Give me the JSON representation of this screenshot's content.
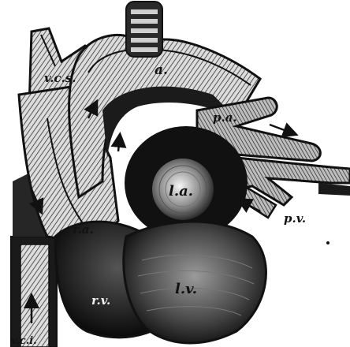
{
  "figure": {
    "labels": {
      "svc": "v.c.s.",
      "aorta": "a.",
      "aortic_arch": "a.",
      "pulmonary_artery": "p.a.",
      "left_atrium": "l.a.",
      "pulmonary_veins": "p.v.",
      "right_atrium": "r.a.",
      "right_ventricle": "r.v.",
      "left_ventricle": "l.v.",
      "ivc": "v.c.i."
    },
    "colors": {
      "ink": "#111111",
      "paper": "#ffffff",
      "shade": "#3a3a3a",
      "light_tissue": "#d9d9d9"
    }
  }
}
